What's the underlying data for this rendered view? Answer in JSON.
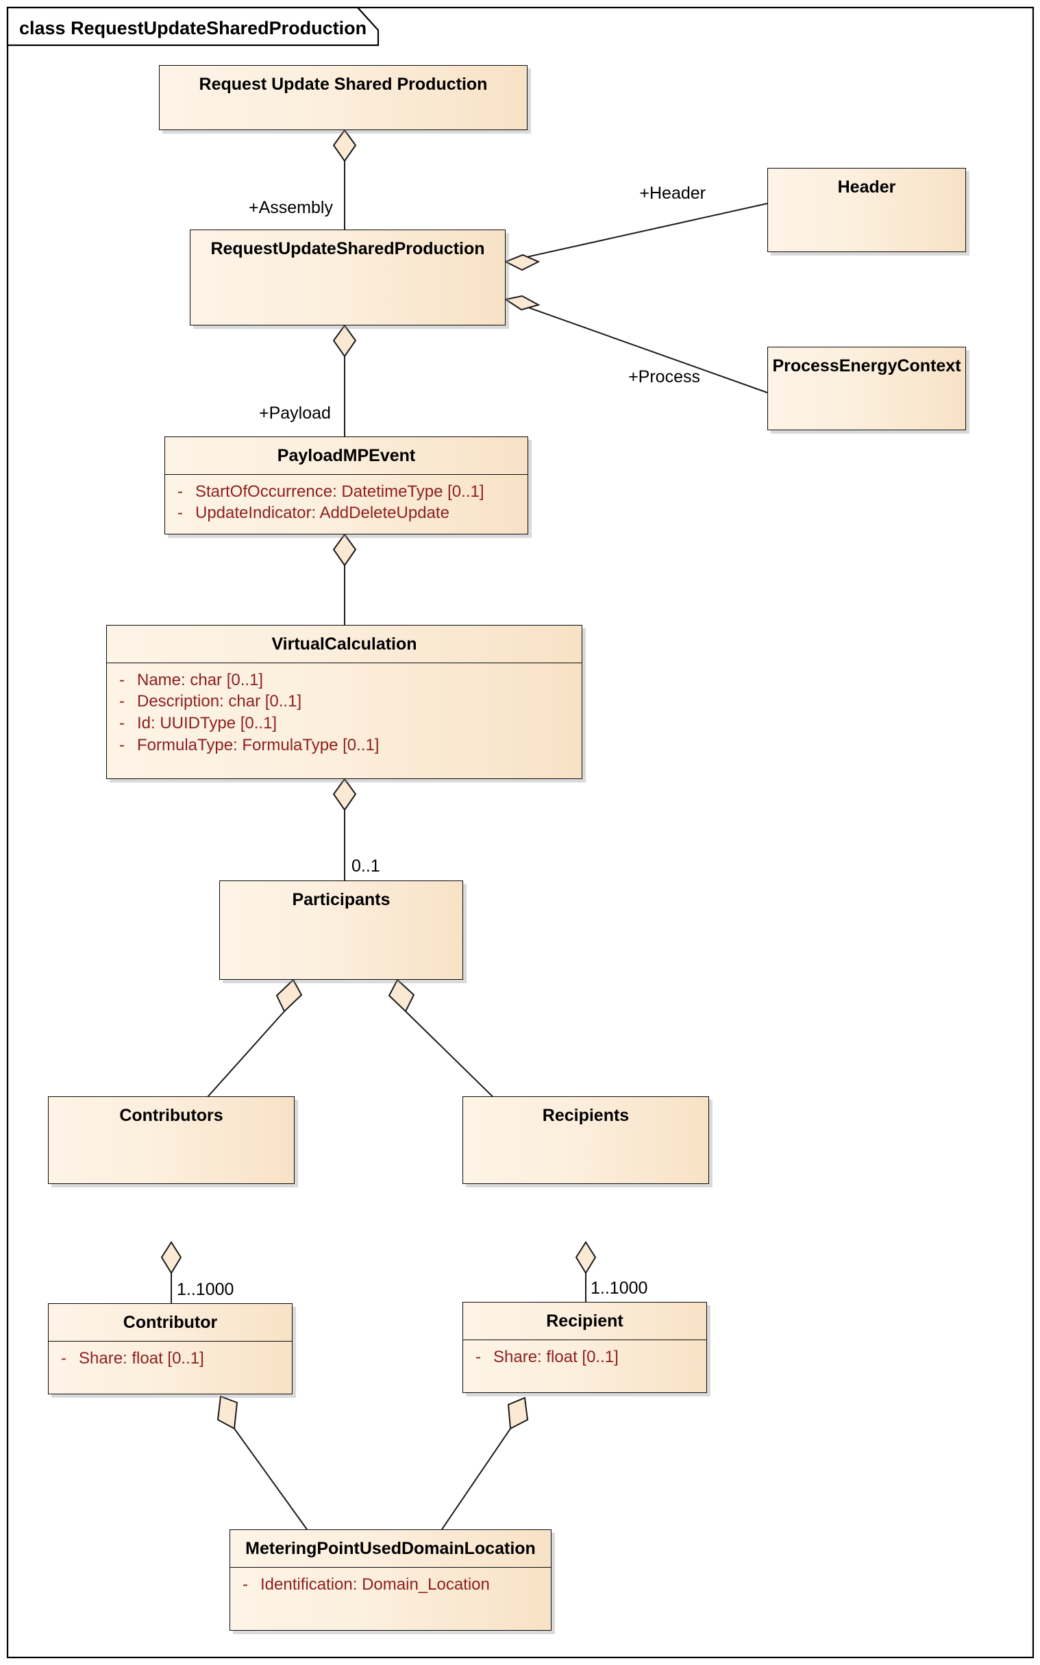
{
  "frame": {
    "title": "class RequestUpdateSharedProduction",
    "border_color": "#000000",
    "background": "#ffffff"
  },
  "theme": {
    "box_fill_left": "#fdf4e7",
    "box_fill_right": "#f8e2c6",
    "box_border": "#0a0a0a",
    "attribute_text": "#8d2020",
    "title_text": "#000000",
    "connector": "#1a1a1a"
  },
  "classes": [
    {
      "id": "request-update-shared-production-top",
      "name": "Request Update Shared Production",
      "attributes": []
    },
    {
      "id": "request-update-shared-production",
      "name": "RequestUpdateSharedProduction",
      "attributes": []
    },
    {
      "id": "header",
      "name": "Header",
      "attributes": []
    },
    {
      "id": "process-energy-context",
      "name": "ProcessEnergyContext",
      "attributes": []
    },
    {
      "id": "payload-mp-event",
      "name": "PayloadMPEvent",
      "attributes": [
        {
          "visibility": "-",
          "text": "StartOfOccurrence: DatetimeType [0..1]"
        },
        {
          "visibility": "-",
          "text": "UpdateIndicator: AddDeleteUpdate"
        }
      ]
    },
    {
      "id": "virtual-calculation",
      "name": "VirtualCalculation",
      "attributes": [
        {
          "visibility": "-",
          "text": "Name: char [0..1]"
        },
        {
          "visibility": "-",
          "text": "Description: char [0..1]"
        },
        {
          "visibility": "-",
          "text": "Id: UUIDType [0..1]"
        },
        {
          "visibility": "-",
          "text": "FormulaType: FormulaType [0..1]"
        }
      ]
    },
    {
      "id": "participants",
      "name": "Participants",
      "attributes": []
    },
    {
      "id": "contributors",
      "name": "Contributors",
      "attributes": []
    },
    {
      "id": "recipients",
      "name": "Recipients",
      "attributes": []
    },
    {
      "id": "contributor",
      "name": "Contributor",
      "attributes": [
        {
          "visibility": "-",
          "text": "Share: float [0..1]"
        }
      ]
    },
    {
      "id": "recipient",
      "name": "Recipient",
      "attributes": [
        {
          "visibility": "-",
          "text": "Share: float [0..1]"
        }
      ]
    },
    {
      "id": "metering-point-used-domain-location",
      "name": "MeteringPointUsedDomainLocation",
      "attributes": [
        {
          "visibility": "-",
          "text": "Identification: Domain_Location"
        }
      ]
    }
  ],
  "associations": [
    {
      "id": "assembly",
      "from": "request-update-shared-production-top",
      "to": "request-update-shared-production",
      "type": "aggregation",
      "label": "+Assembly"
    },
    {
      "id": "header-link",
      "from": "request-update-shared-production",
      "to": "header",
      "type": "aggregation",
      "label": "+Header"
    },
    {
      "id": "process-link",
      "from": "request-update-shared-production",
      "to": "process-energy-context",
      "type": "aggregation",
      "label": "+Process"
    },
    {
      "id": "payload",
      "from": "request-update-shared-production",
      "to": "payload-mp-event",
      "type": "aggregation",
      "label": "+Payload"
    },
    {
      "id": "payload-virtualcalc",
      "from": "payload-mp-event",
      "to": "virtual-calculation",
      "type": "aggregation",
      "label": ""
    },
    {
      "id": "virtualcalc-participants",
      "from": "virtual-calculation",
      "to": "participants",
      "type": "aggregation",
      "label": "0..1"
    },
    {
      "id": "participants-contributors",
      "from": "participants",
      "to": "contributors",
      "type": "aggregation",
      "label": ""
    },
    {
      "id": "participants-recipients",
      "from": "participants",
      "to": "recipients",
      "type": "aggregation",
      "label": ""
    },
    {
      "id": "contributors-contributor",
      "from": "contributors",
      "to": "contributor",
      "type": "aggregation",
      "label": "1..1000"
    },
    {
      "id": "recipients-recipient",
      "from": "recipients",
      "to": "recipient",
      "type": "aggregation",
      "label": "1..1000"
    },
    {
      "id": "contributor-mp",
      "from": "contributor",
      "to": "metering-point-used-domain-location",
      "type": "aggregation",
      "label": ""
    },
    {
      "id": "recipient-mp",
      "from": "recipient",
      "to": "metering-point-used-domain-location",
      "type": "aggregation",
      "label": ""
    }
  ],
  "labels": {
    "assembly": "+Assembly",
    "header": "+Header",
    "process": "+Process",
    "payload": "+Payload",
    "participants_mult": "0..1",
    "contributor_mult": "1..1000",
    "recipient_mult": "1..1000"
  }
}
